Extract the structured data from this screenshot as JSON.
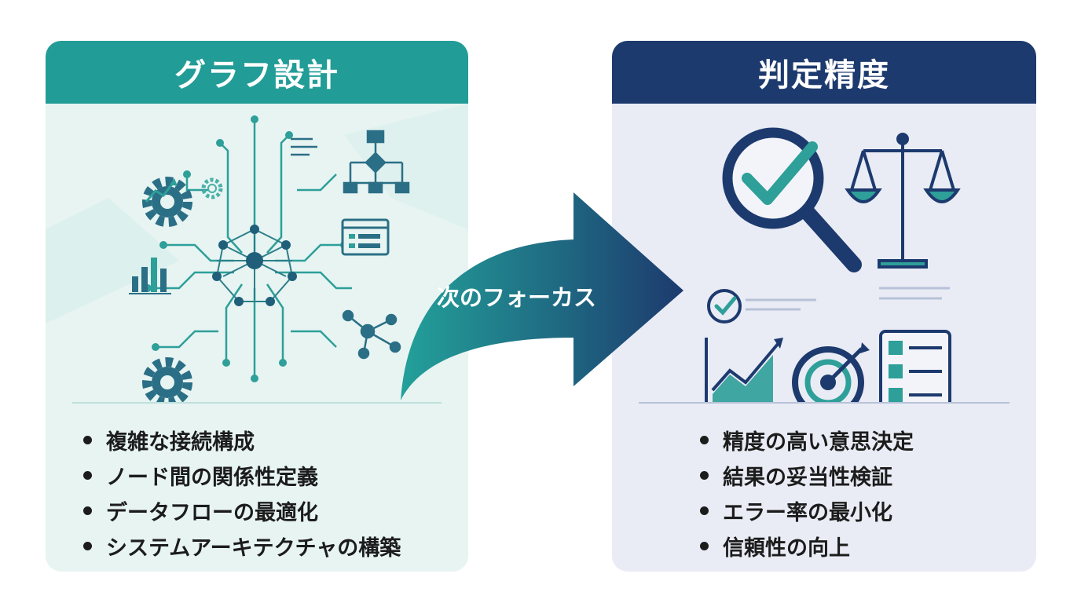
{
  "left_panel": {
    "title": "グラフ設計",
    "bullets": [
      "複雑な接続構成",
      "ノード間の関係性定義",
      "データフローの最適化",
      "システムアーキテクチャの構築"
    ]
  },
  "right_panel": {
    "title": "判定精度",
    "bullets": [
      "精度の高い意思決定",
      "結果の妥当性検証",
      "エラー率の最小化",
      "信頼性の向上"
    ]
  },
  "arrow": {
    "label": "次のフォーカス"
  },
  "colors": {
    "teal": "#229c96",
    "navy": "#1d3a6e",
    "left_bg": "#e7f4f2",
    "right_bg": "#e9ecf5"
  }
}
